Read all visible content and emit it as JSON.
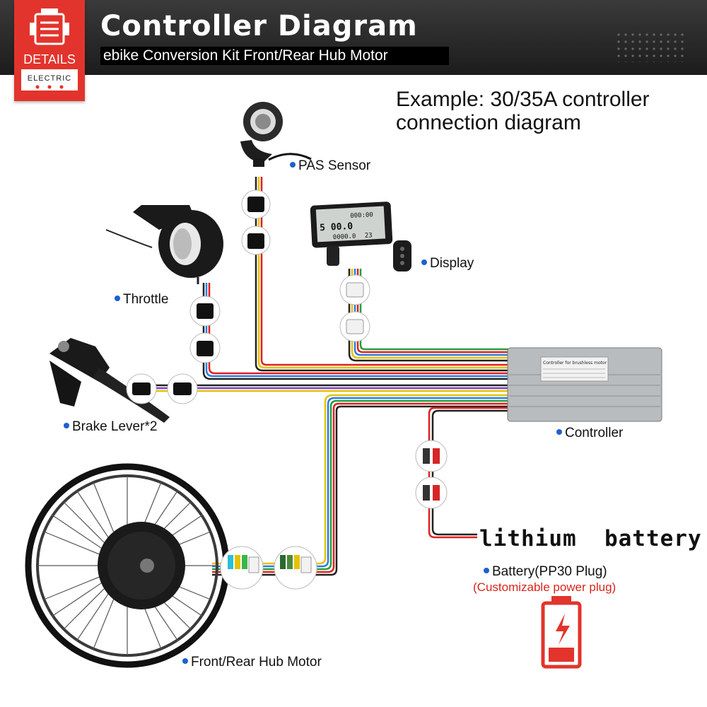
{
  "header": {
    "title": "Controller Diagram",
    "subtitle": "ebike Conversion Kit Front/Rear Hub Motor",
    "badge_main": "DETAILS",
    "badge_sub": "ELECTRIC"
  },
  "example_text": "Example: 30/35A controller\nconnection diagram",
  "components": {
    "pas_sensor": "PAS Sensor",
    "throttle": "Throttle",
    "display": "Display",
    "brake_lever": "Brake Lever*2",
    "controller": "Controller",
    "hub_motor": "Front/Rear Hub Motor",
    "battery": "Battery(PP30 Plug)"
  },
  "battery_title": "lithium  battery",
  "custom_plug": "(Customizable power plug)",
  "display_screen": {
    "top_readout": "000:00",
    "speed": "5 00.0",
    "odo": "0000.0",
    "temp": "23"
  },
  "controller_plate": "Controller for brushless motor",
  "colors": {
    "accent_red": "#e2342c",
    "label_dot": "#1f5fd0",
    "plug_text": "#d9251c"
  }
}
